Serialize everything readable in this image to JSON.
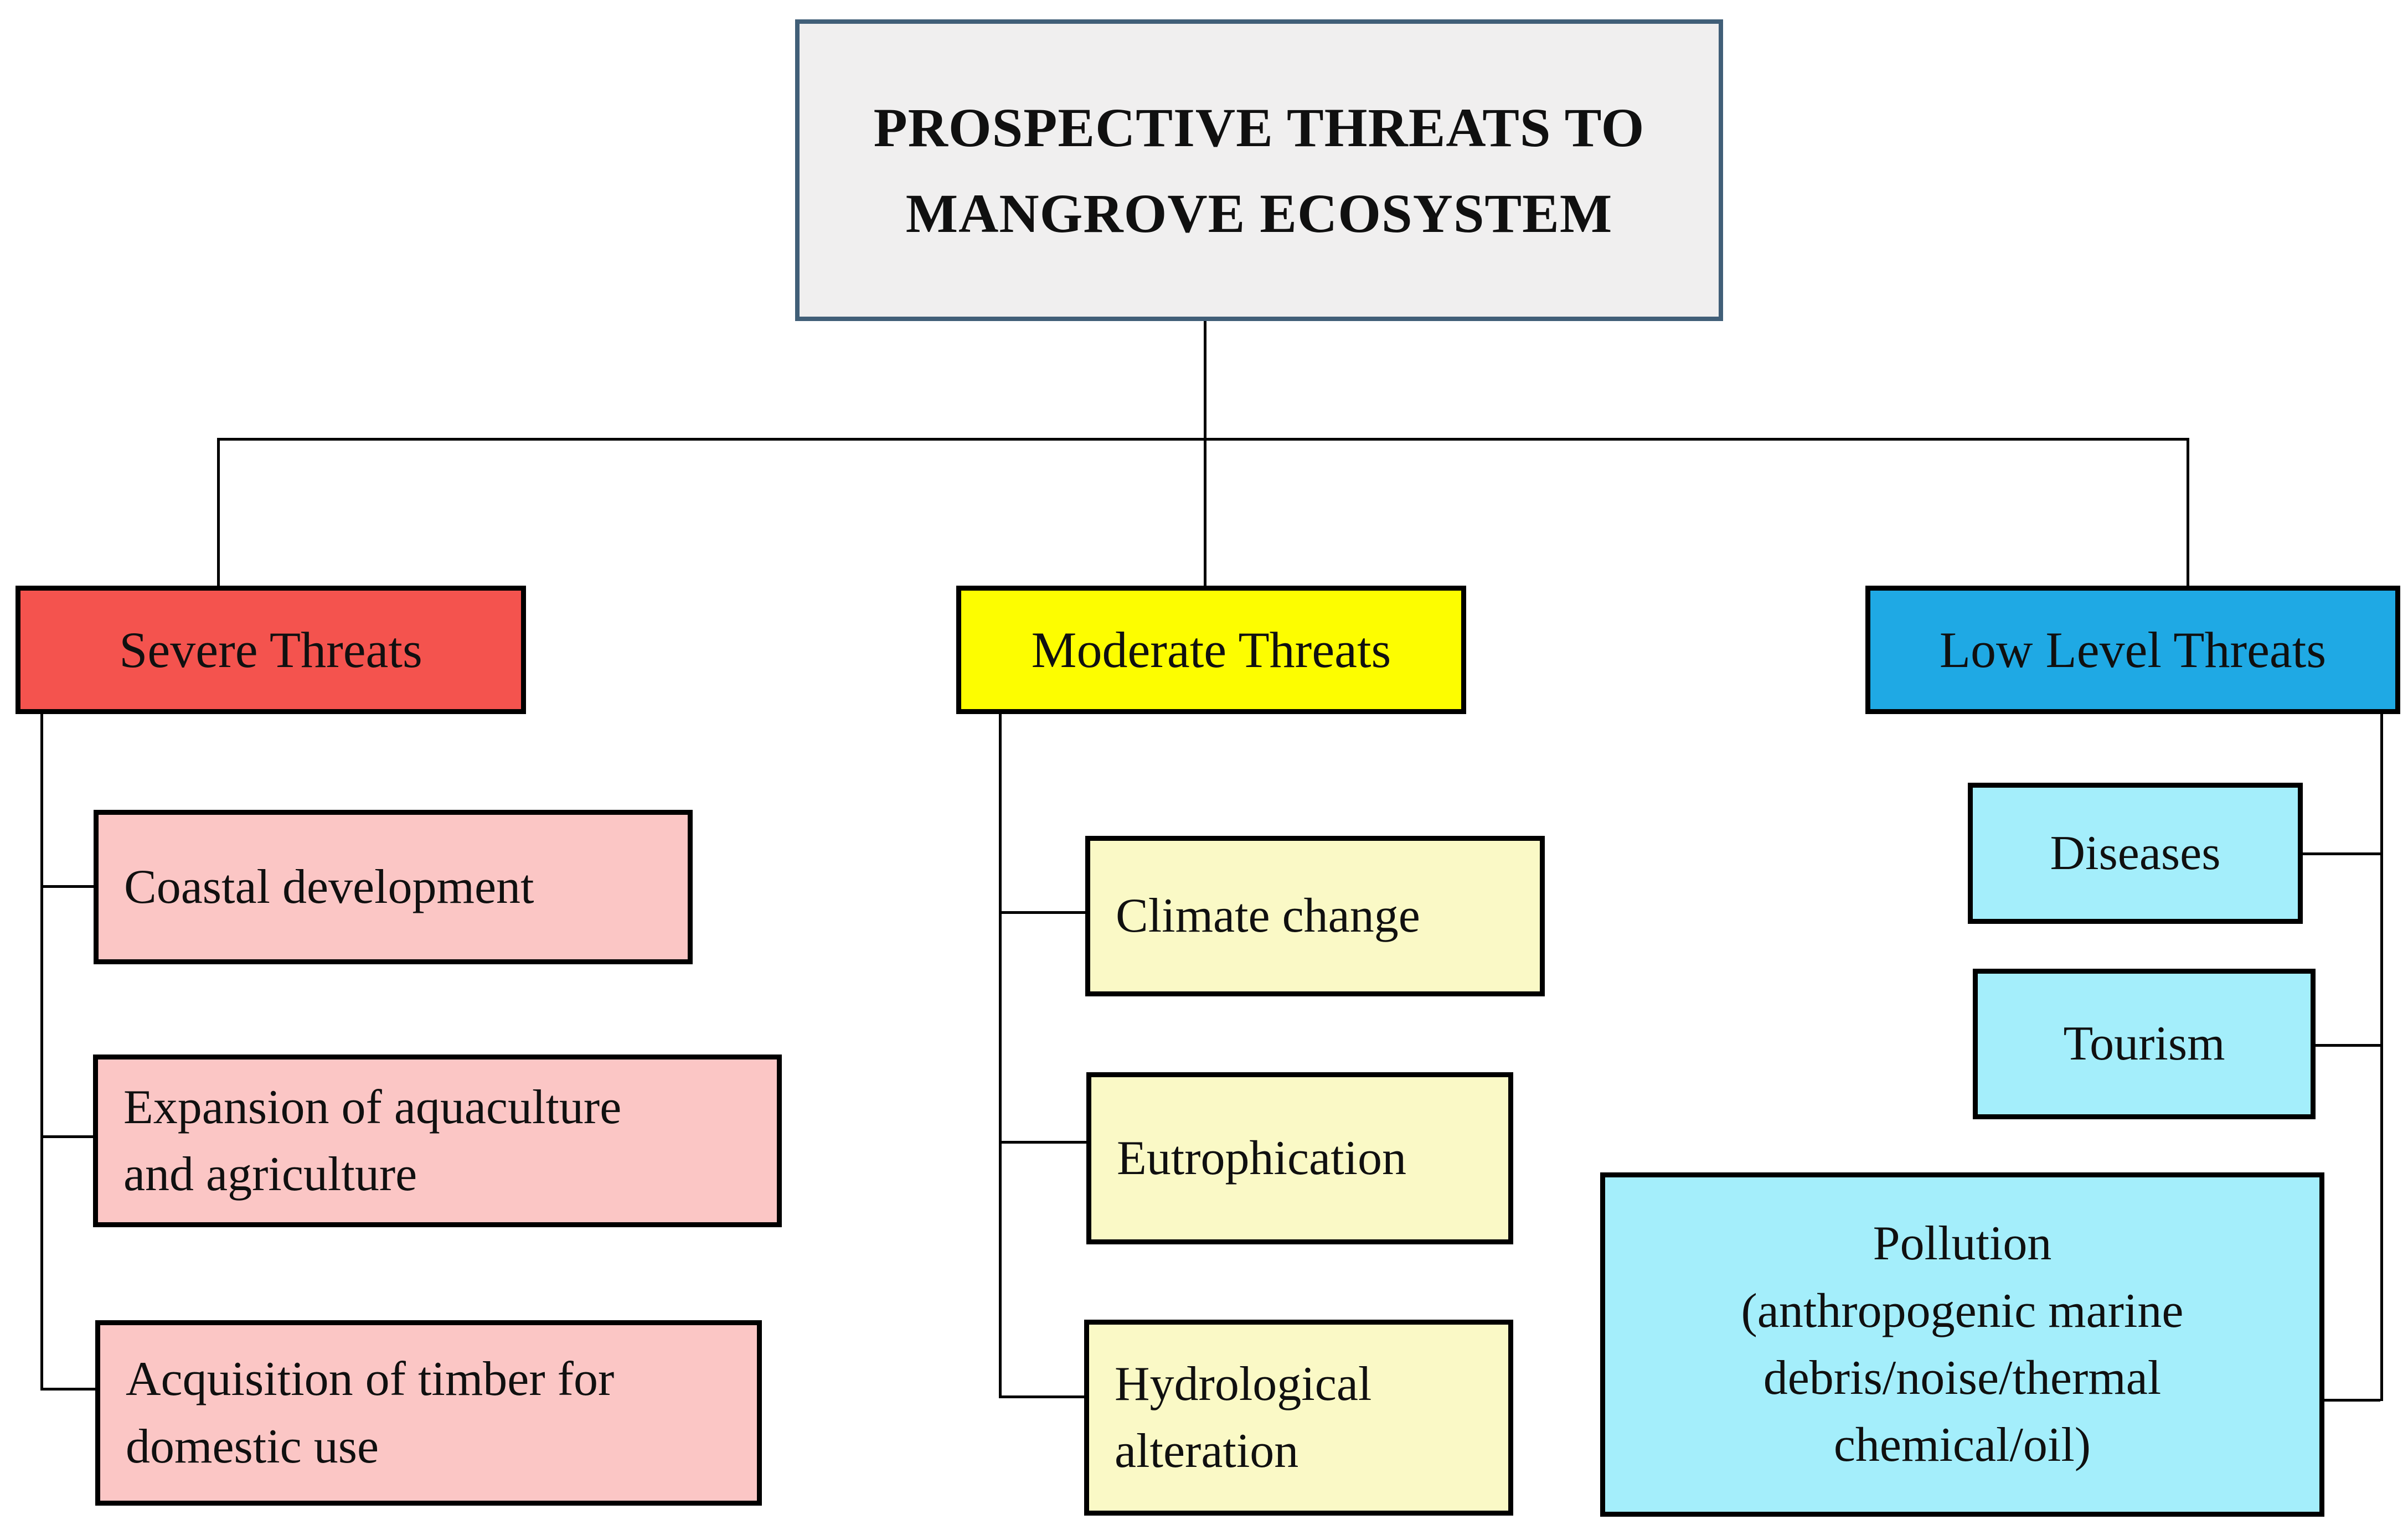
{
  "title": {
    "lines": [
      "PROSPECTIVE THREATS TO",
      "MANGROVE ECOSYSTEM"
    ]
  },
  "columns": [
    {
      "id": "severe",
      "header": "Severe Threats",
      "header_fill": "#f4534e",
      "item_fill": "#fbc6c5",
      "items": [
        {
          "lines": [
            "Coastal development"
          ]
        },
        {
          "lines": [
            "Expansion of aquaculture",
            "and agriculture"
          ]
        },
        {
          "lines": [
            "Acquisition of timber for",
            "domestic use"
          ]
        }
      ]
    },
    {
      "id": "moderate",
      "header": "Moderate Threats",
      "header_fill": "#fdfd00",
      "item_fill": "#faf9c6",
      "items": [
        {
          "lines": [
            "Climate change"
          ]
        },
        {
          "lines": [
            "Eutrophication"
          ]
        },
        {
          "lines": [
            "Hydrological",
            "alteration"
          ]
        }
      ]
    },
    {
      "id": "low",
      "header": "Low Level Threats",
      "header_fill": "#1fa9e4",
      "item_fill": "#a4eefb",
      "items": [
        {
          "lines": [
            "Diseases"
          ]
        },
        {
          "lines": [
            "Tourism"
          ]
        },
        {
          "lines": [
            "Pollution",
            "(anthropogenic marine",
            "debris/noise/thermal",
            "chemical/oil)"
          ]
        }
      ]
    }
  ],
  "colors": {
    "background": "#ffffff",
    "line": "#000000",
    "text": "#101010",
    "box_border": "#000000",
    "title_fill": "#f0efef",
    "title_border": "#415f78"
  }
}
